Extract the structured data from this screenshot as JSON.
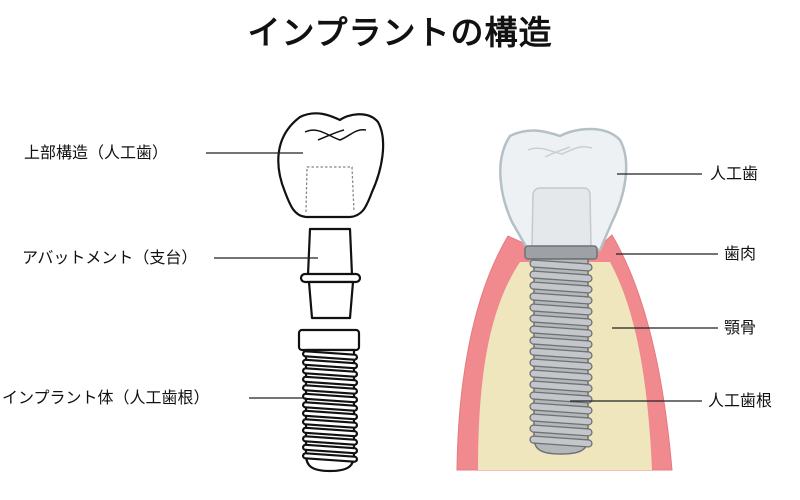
{
  "title": "インプラントの構造",
  "left_diagram": {
    "labels": {
      "crown": "上部構造（人工歯）",
      "abutment": "アバットメント（支台）",
      "fixture": "インプラント体（人工歯根）"
    }
  },
  "right_diagram": {
    "labels": {
      "crown": "人工歯",
      "gum": "歯肉",
      "bone": "顎骨",
      "root": "人工歯根"
    }
  },
  "colors": {
    "gum": "#f08a8f",
    "bone": "#efe6bd",
    "metal": "#a9acb0",
    "crown": "#eef1f3"
  }
}
